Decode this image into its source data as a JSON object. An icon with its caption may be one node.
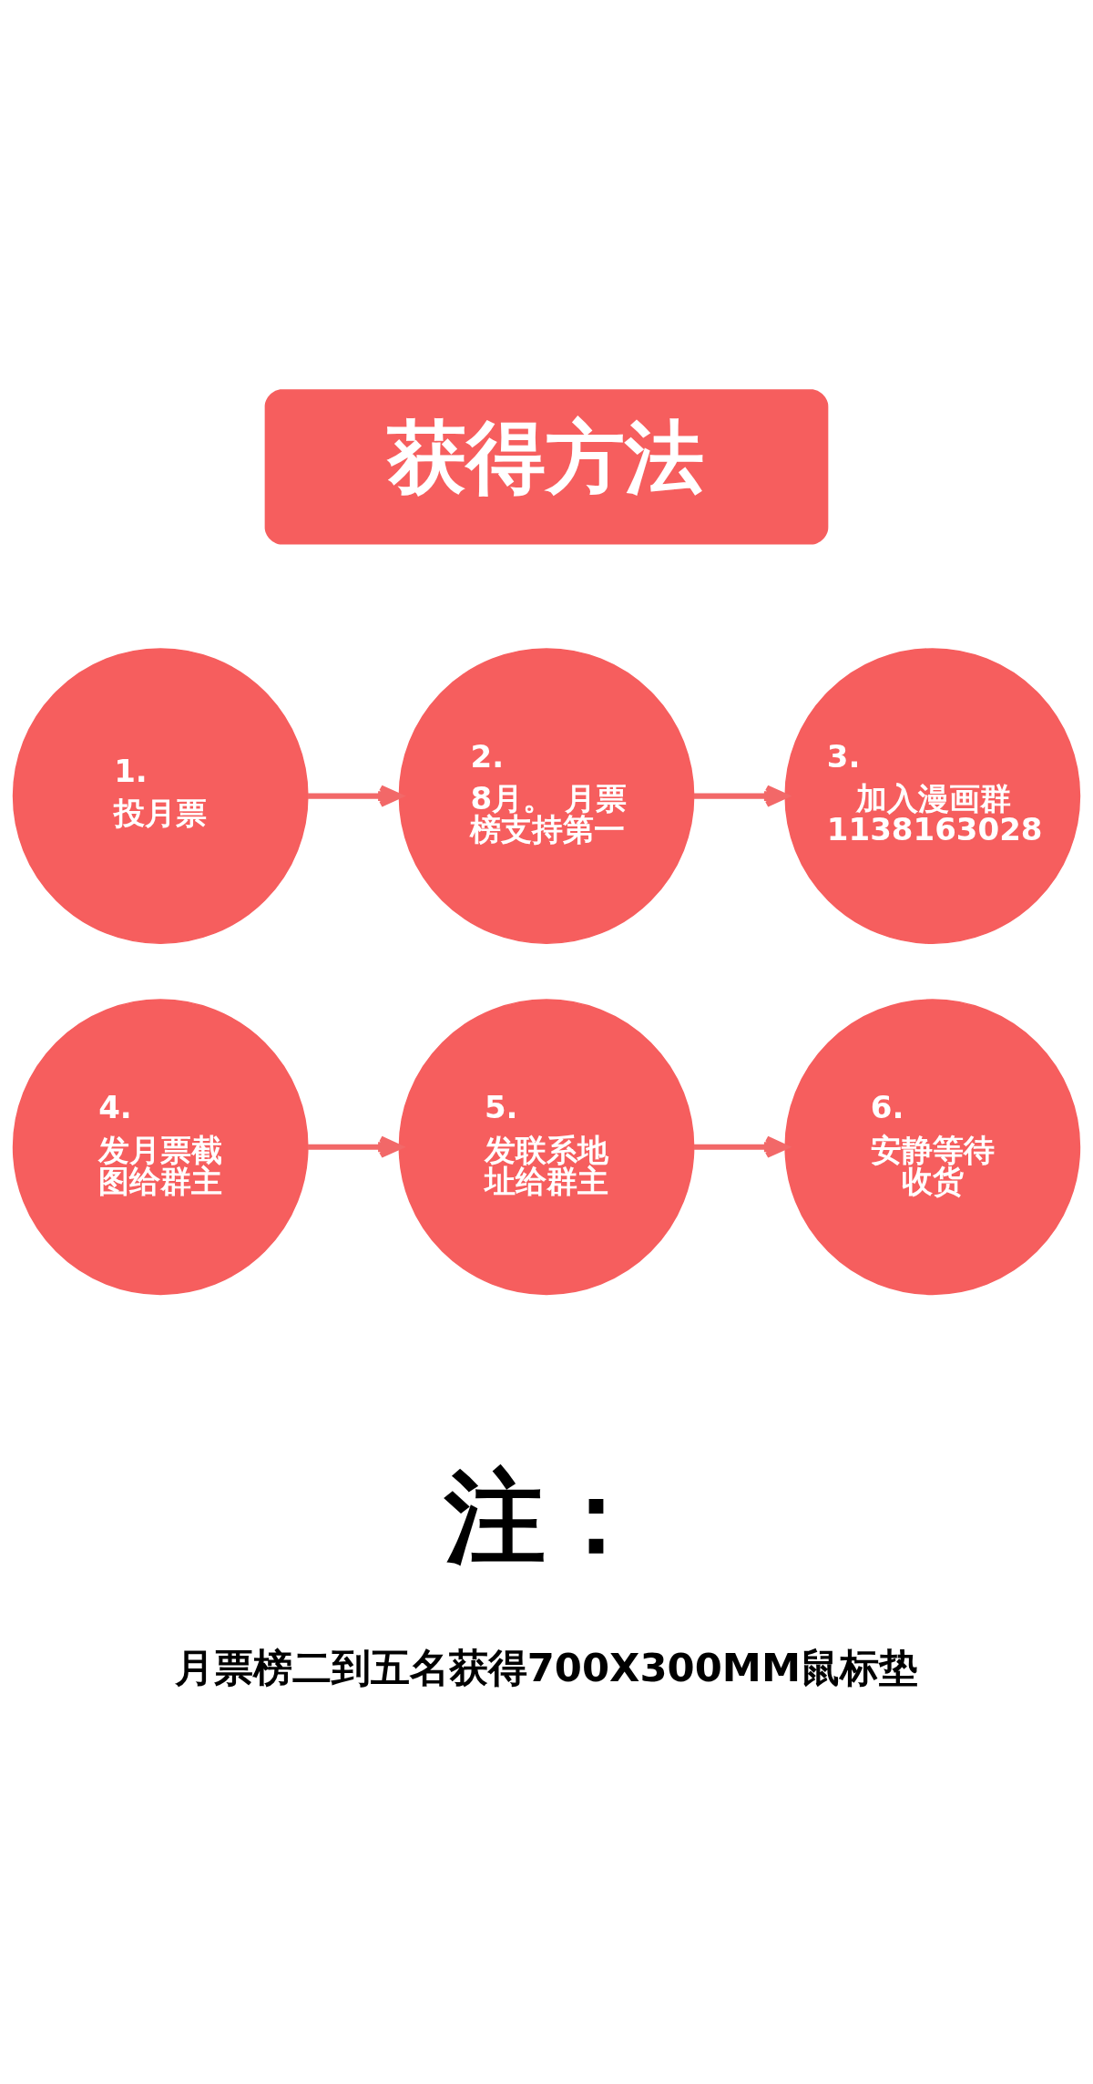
{
  "diagram": {
    "title": "获得方法",
    "nodes": [
      {
        "text": [
          "1.",
          "投月票"
        ]
      },
      {
        "text": [
          "2.",
          "8月。 月票榜支持第一"
        ]
      },
      {
        "text": [
          "3.",
          "加入漫画群1138163028"
        ]
      },
      {
        "text": [
          "4.",
          "发月票截图给群主"
        ]
      },
      {
        "text": [
          "5.",
          "发联系地址给群主"
        ]
      },
      {
        "text": [
          "6.",
          "安静等待收货"
        ]
      }
    ],
    "edges": [
      {
        "from": 0,
        "to": 1,
        "arrow": "to"
      },
      {
        "from": 1,
        "to": 2,
        "arrow": "to"
      },
      {
        "from": 3,
        "to": 4,
        "arrow": "to"
      },
      {
        "from": 4,
        "to": 5,
        "arrow": "to"
      }
    ],
    "labels": [
      "注：",
      "月票榜二到五名获得700X300MM鼠标垫"
    ]
  }
}
